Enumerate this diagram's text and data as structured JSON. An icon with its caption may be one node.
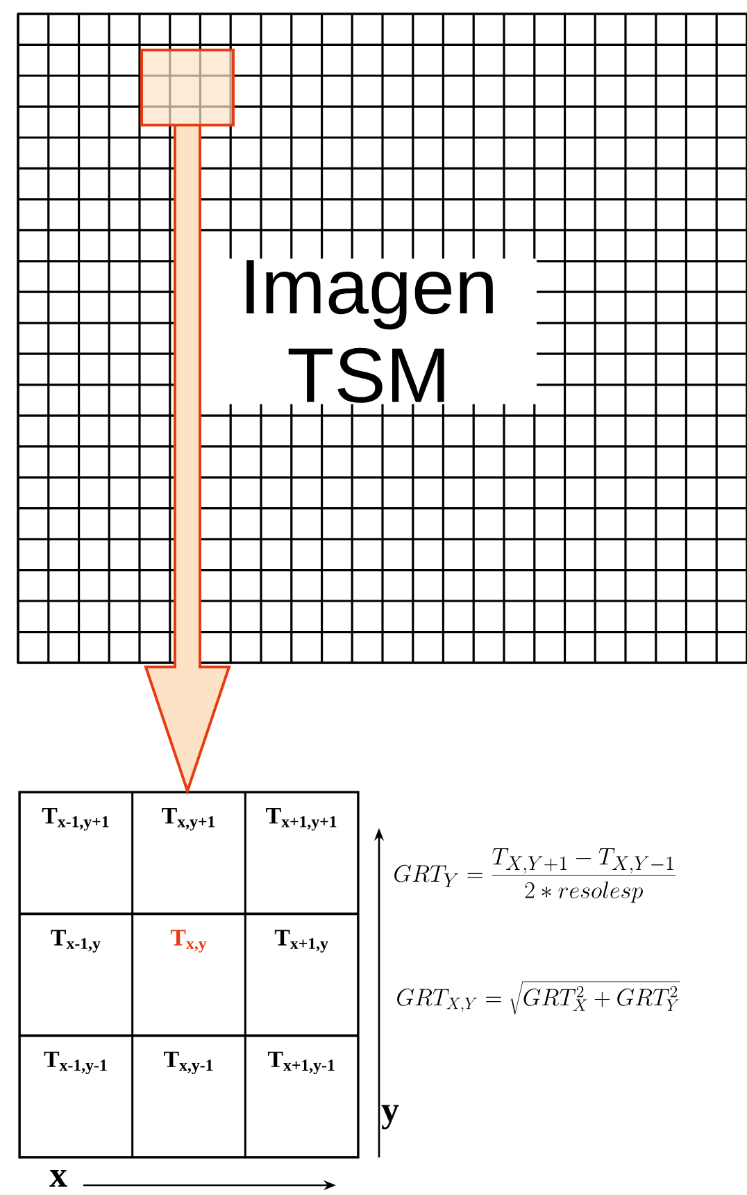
{
  "diagram": {
    "nodes": [
      {
        "text": [
          "Imagen TSM"
        ]
      },
      {
        "text": [],
        "shape": "box"
      },
      {
        "text": [
          "T$_{x-1,y+1}$"
        ],
        "in": 1
      },
      {
        "text": [
          "T$_{x,y+1}$"
        ],
        "in": 1
      },
      {
        "text": [
          "T$_{x+1,y+1}$"
        ],
        "in": 1
      },
      {
        "text": [
          "T$_{x-1,y}$"
        ],
        "in": 1
      },
      {
        "text": [
          "T$_{x,y}$"
        ],
        "in": 1
      },
      {
        "text": [
          "T$_{x+1,y}$"
        ],
        "in": 1
      },
      {
        "text": [
          "T$_{x-1,y-1}$"
        ],
        "in": 1
      },
      {
        "text": [
          "T$_{x,y-1}$"
        ],
        "in": 1
      },
      {
        "text": [
          "T$_{x+1,y-1}$"
        ],
        "in": 1
      },
      {
        "text": [],
        "shape": "box",
        "in": 0
      }
    ],
    "edges": [
      {
        "from": 11,
        "to": 1,
        "arrow": "to"
      }
    ],
    "labels": [
      "GRT_{Y}=\\frac{T_{X,Y+1}-T_{X,Y-1}}{2*resolesp}",
      "GRT_{X,Y}=\\sqrt{GRT_{X}^{2}+GRT_{Y}^{2}}",
      "y",
      "x"
    ]
  }
}
